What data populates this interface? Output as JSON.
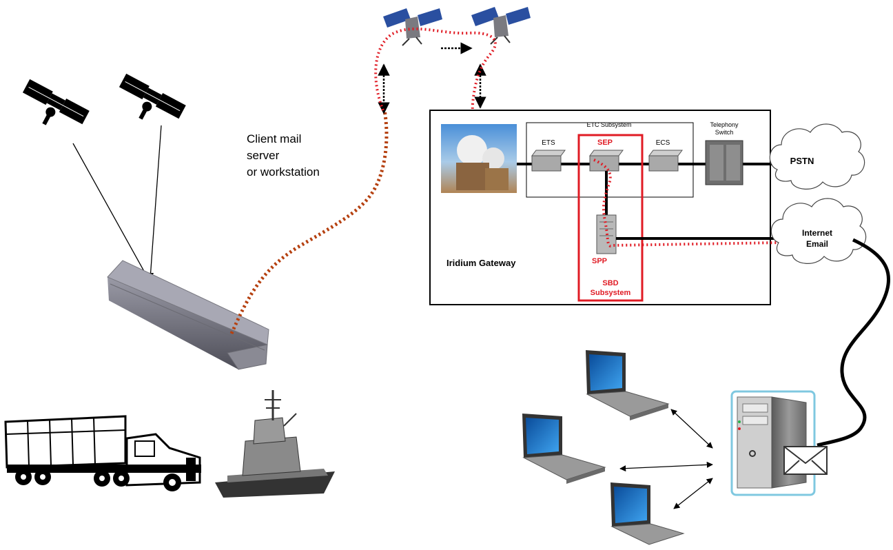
{
  "client_label": {
    "line1": "Client mail",
    "line2": "server",
    "line3": "or workstation"
  },
  "gateway": {
    "etc_subsystem": "ETC Subsystem",
    "ets": "ETS",
    "sep": "SEP",
    "ecs": "ECS",
    "telephony_line1": "Telephony",
    "telephony_line2": "Switch",
    "iridium_gateway": "Iridium Gateway",
    "spp": "SPP",
    "sbd_line1": "SBD",
    "sbd_line2": "Subsystem"
  },
  "clouds": {
    "pstn": "PSTN",
    "internet_line1": "Internet",
    "internet_line2": "Email"
  },
  "colors": {
    "red_path": "#e01b24",
    "brown_path": "#b5400f",
    "sbd_box": "#e01b24",
    "server_outline": "#7fc8e0",
    "laptop_screen": "#1a6fc0"
  }
}
